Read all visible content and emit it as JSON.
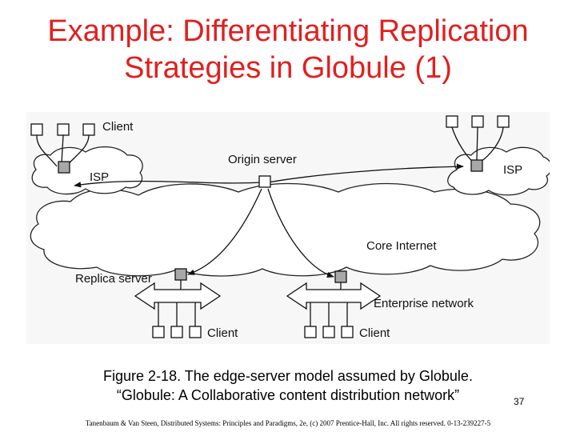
{
  "slide": {
    "title_line1": "Example: Differentiating Replication",
    "title_line2": "Strategies in Globule (1)",
    "caption_line1": "Figure 2-18. The edge-server model assumed by Globule.",
    "caption_line2": "“Globule: A Collaborative content distribution network”",
    "page_number": "37",
    "footer": "Tanenbaum & Van Steen, Distributed Systems: Principles and Paradigms, 2e, (c) 2007 Prentice-Hall, Inc. All rights reserved. 0-13-239227-5"
  },
  "diagram": {
    "label_client_top": "Client",
    "label_origin_server": "Origin server",
    "label_isp_left": "ISP",
    "label_isp_right": "ISP",
    "label_core_internet": "Core Internet",
    "label_replica_server": "Replica server",
    "label_enterprise_network": "Enterprise network",
    "label_client_bottom_left": "Client",
    "label_client_bottom_right": "Client"
  },
  "colors": {
    "title": "#e0201f",
    "server_fill": "#a8a8a8"
  }
}
